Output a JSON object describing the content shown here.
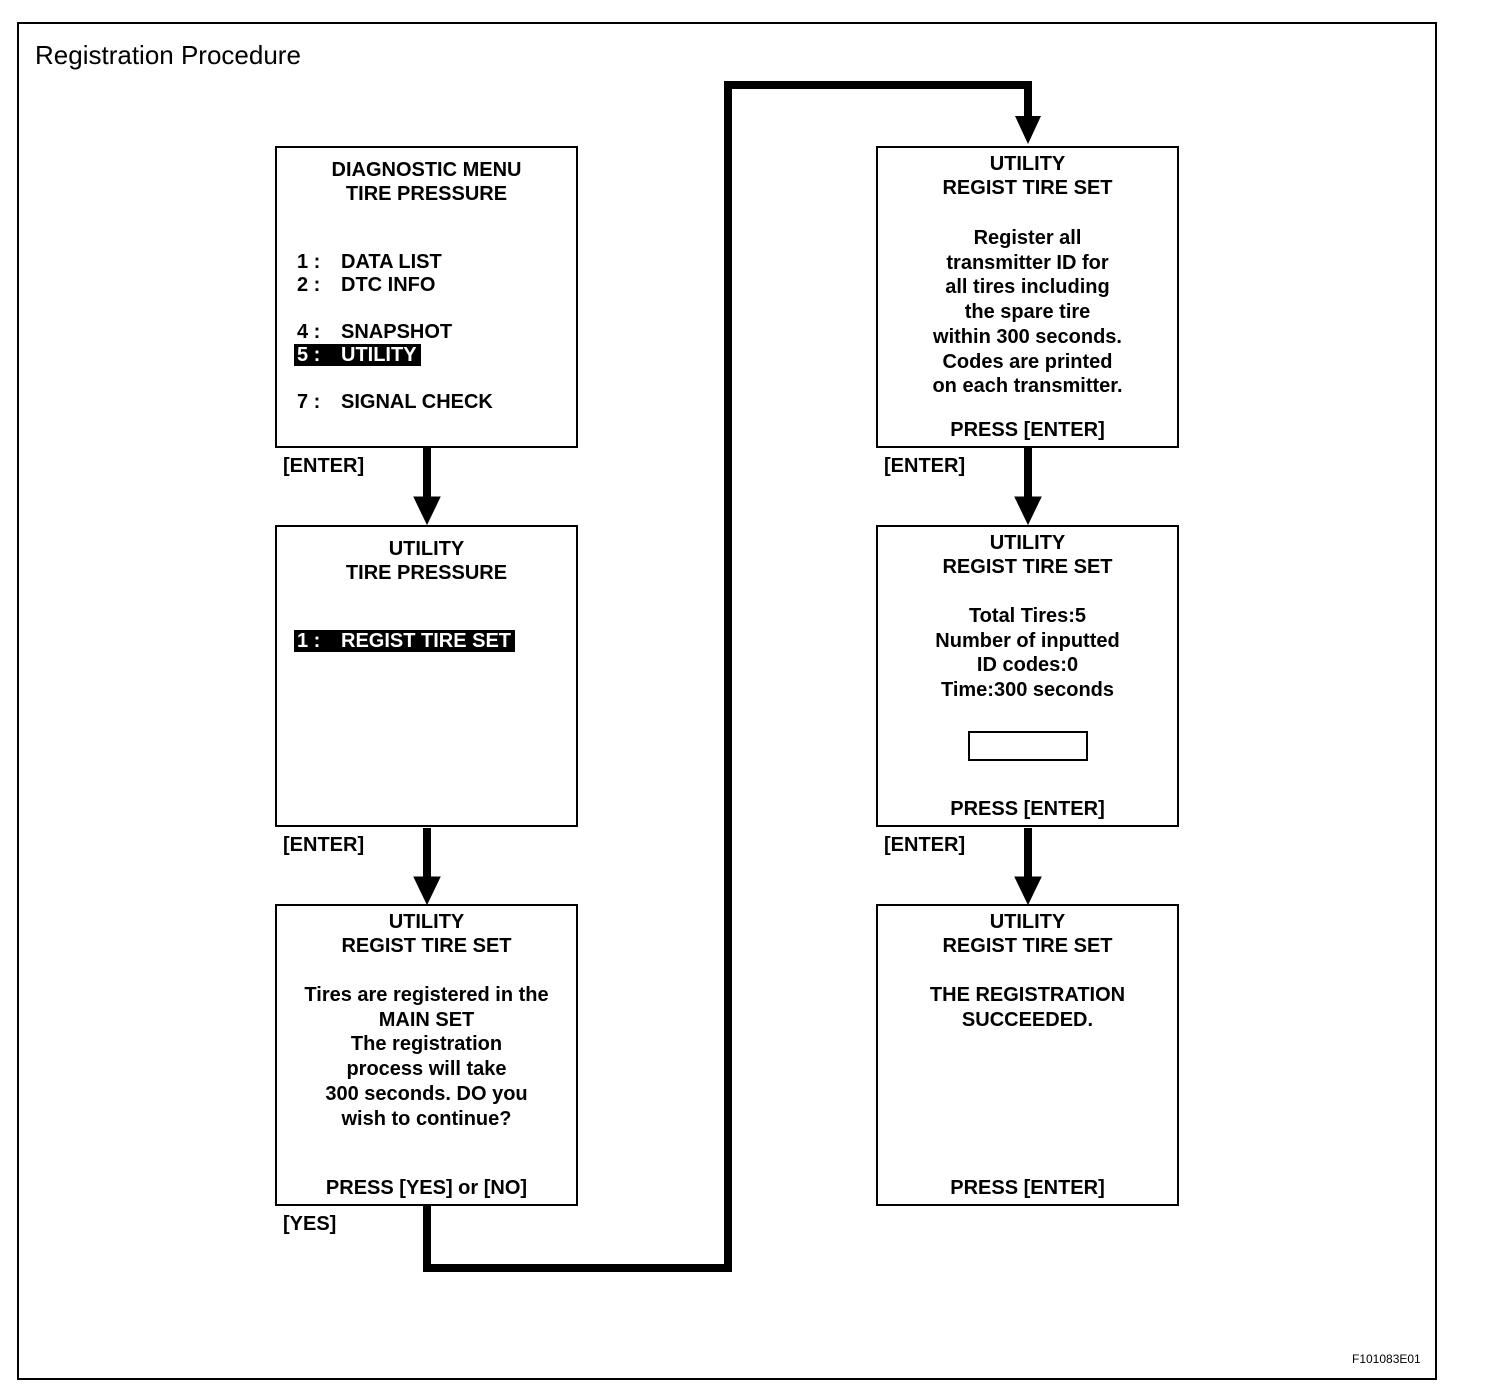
{
  "title": "Registration Procedure",
  "figure_id": "F101083E01",
  "screen1": {
    "header": [
      "DIAGNOSTIC MENU",
      "TIRE PRESSURE"
    ],
    "items": [
      {
        "num": "1 :",
        "label": "DATA LIST"
      },
      {
        "num": "2 :",
        "label": "DTC INFO"
      },
      {
        "num": "4 :",
        "label": "SNAPSHOT"
      },
      {
        "num": "5 :",
        "label": "UTILITY"
      },
      {
        "num": "7 :",
        "label": "SIGNAL CHECK"
      }
    ],
    "action": "[ENTER]"
  },
  "screen2": {
    "header": [
      "UTILITY",
      "TIRE PRESSURE"
    ],
    "items": [
      {
        "num": "1 :",
        "label": "REGIST TIRE SET"
      }
    ],
    "action": "[ENTER]"
  },
  "screen3": {
    "header": [
      "UTILITY",
      "REGIST TIRE SET"
    ],
    "body": [
      "Tires are registered in the",
      "MAIN SET",
      "The  registration",
      "process will take",
      "300 seconds. DO you",
      "wish to continue?"
    ],
    "press": "PRESS  [YES]  or  [NO]",
    "action": "[YES]"
  },
  "screen4": {
    "header": [
      "UTILITY",
      "REGIST TIRE SET"
    ],
    "body": [
      "Register all",
      "transmitter ID for",
      "all tires including",
      "the spare tire",
      "within 300 seconds.",
      "Codes are printed",
      "on each transmitter."
    ],
    "press": "PRESS  [ENTER]",
    "action": "[ENTER]"
  },
  "screen5": {
    "header": [
      "UTILITY",
      "REGIST TIRE SET"
    ],
    "body": [
      "Total Tires:5",
      "Number of inputted",
      "ID codes:0",
      "Time:300 seconds"
    ],
    "press": "PRESS  [ENTER]",
    "action": "[ENTER]"
  },
  "screen6": {
    "header": [
      "UTILITY",
      "REGIST TIRE SET"
    ],
    "body": [
      "THE REGISTRATION",
      "SUCCEEDED."
    ],
    "press": "PRESS  [ENTER]"
  }
}
